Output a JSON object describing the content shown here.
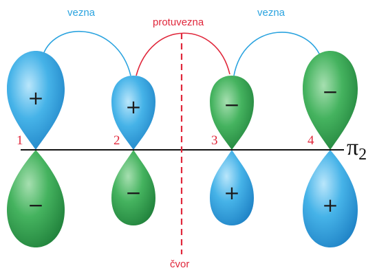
{
  "labels": {
    "bonding_left": "vezna",
    "antibonding": "protuvezna",
    "bonding_right": "vezna",
    "node": "čvor",
    "orbital": "π",
    "orbital_index": "2"
  },
  "atoms": [
    {
      "number": "1",
      "top_sign": "+",
      "bottom_sign": "−"
    },
    {
      "number": "2",
      "top_sign": "+",
      "bottom_sign": "−"
    },
    {
      "number": "3",
      "top_sign": "−",
      "bottom_sign": "+"
    },
    {
      "number": "4",
      "top_sign": "−",
      "bottom_sign": "+"
    }
  ],
  "colors": {
    "blue_lobe": "#2aa3df",
    "green_lobe": "#3aa65a",
    "bonding_arc": "#2aa3df",
    "antibonding_arc": "#e0273b",
    "node_line": "#e0273b"
  }
}
